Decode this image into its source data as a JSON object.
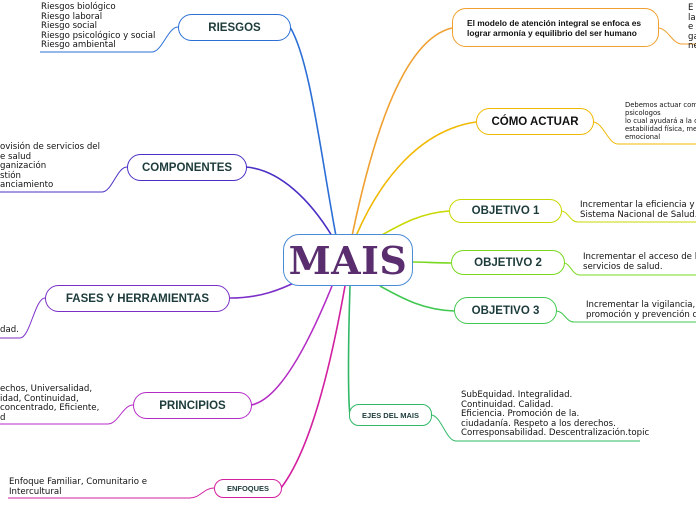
{
  "center": {
    "label": "MAIS"
  },
  "nodes": {
    "riesgos": {
      "label": "RIESGOS",
      "color": "#2b6fd6",
      "note": "Riesgos biológico\nRiesgo laboral\nRiesgo social\nRiesgo psicológico y social\nRiesgo ambiental"
    },
    "componentes": {
      "label": "COMPONENTES",
      "color": "#4b2fc4",
      "note": "ovisión de servicios del\ne salud\nganización\nstión\nanciamiento"
    },
    "fases": {
      "label": "FASES Y HERRAMIENTAS",
      "color": "#7b2fc8",
      "note": "dad."
    },
    "principios": {
      "label": "PRINCIPIOS",
      "color": "#b42cc6",
      "note": "echos, Universalidad,\nidad, Continuidad,\nconcentrado, Eficiente,\nd"
    },
    "enfoques": {
      "label": "ENFOQUES",
      "color": "#d21fa0",
      "note": "Enfoque Familiar, Comunitario e\nIntercultural"
    },
    "modelo": {
      "label": "El modelo de atención integral se enfoca es lograr armonía y equilibrio del ser humano",
      "color": "#f0a030",
      "note": "E\nla\ne\nga\nne"
    },
    "como": {
      "label": "CÓMO ACTUAR",
      "color": "#f0b800",
      "note": "Debemos actuar como\npsicologos\nlo cual ayudará a la con\nestabilidad física, ment\nemocional"
    },
    "obj1": {
      "label": "OBJETIVO 1",
      "color": "#c8d800",
      "note": "Incrementar la eficiencia y ef\nSistema Nacional de Salud."
    },
    "obj2": {
      "label": "OBJETIVO 2",
      "color": "#78d820",
      "note": "Incrementar el acceso de la\nservicios de salud."
    },
    "obj3": {
      "label": "OBJETIVO 3",
      "color": "#40c850",
      "note": "Incrementar la vigilancia, la\npromoción y prevención de"
    },
    "ejes": {
      "label": "EJES DEL MAIS",
      "color": "#30b868",
      "note": "SubEquidad. Integralidad.\nContinuidad. Calidad.\nEficiencia. Promoción de la.\nciudadanía. Respeto a los derechos.\nCorresponsabilidad. Descentralización.topic"
    }
  }
}
